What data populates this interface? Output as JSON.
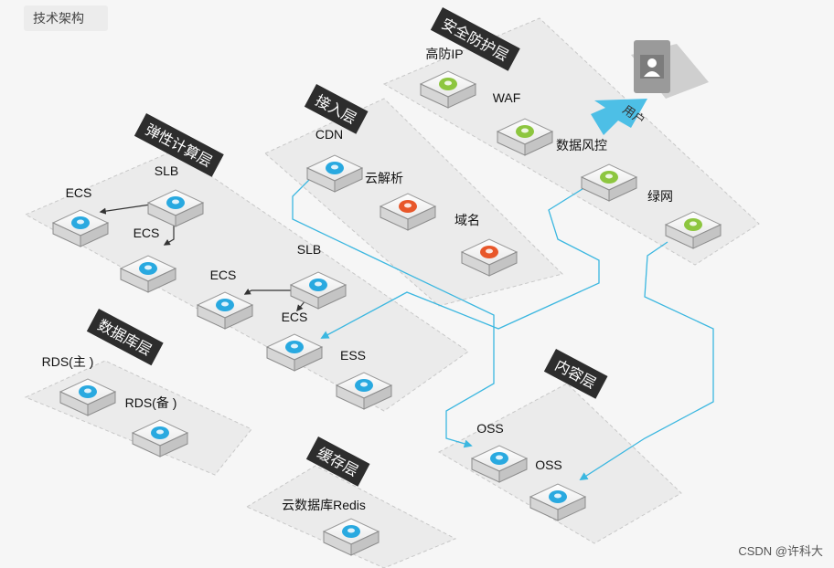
{
  "header": {
    "title": "技术架构"
  },
  "user": {
    "label": "用户"
  },
  "layers": [
    {
      "id": "security",
      "label": "安全防护层"
    },
    {
      "id": "access",
      "label": "接入层"
    },
    {
      "id": "compute",
      "label": "弹性计算层"
    },
    {
      "id": "database",
      "label": "数据库层"
    },
    {
      "id": "cache",
      "label": "缓存层"
    },
    {
      "id": "content",
      "label": "内容层"
    }
  ],
  "nodes": [
    {
      "id": "gaofang",
      "label": "高防IP",
      "icon": "gear-icon",
      "color": "#8dc63f"
    },
    {
      "id": "waf",
      "label": "WAF",
      "icon": "bug-shield-icon",
      "color": "#8dc63f"
    },
    {
      "id": "risk",
      "label": "数据风控",
      "icon": "shield-icon",
      "color": "#8dc63f"
    },
    {
      "id": "green",
      "label": "绿网",
      "icon": "network-icon",
      "color": "#8dc63f"
    },
    {
      "id": "cdn",
      "label": "CDN",
      "icon": "hub-icon",
      "color": "#29a9e0"
    },
    {
      "id": "dns",
      "label": "云解析",
      "icon": "dns-icon",
      "color": "#e8572a"
    },
    {
      "id": "domain",
      "label": "域名",
      "icon": "globe-icon",
      "color": "#e8572a"
    },
    {
      "id": "ecs1",
      "label": "ECS",
      "icon": "cloud-server-icon",
      "color": "#29a9e0"
    },
    {
      "id": "slb1",
      "label": "SLB",
      "icon": "balancer-icon",
      "color": "#29a9e0"
    },
    {
      "id": "ecs2",
      "label": "ECS",
      "icon": "cloud-server-icon",
      "color": "#29a9e0"
    },
    {
      "id": "ecs3",
      "label": "ECS",
      "icon": "cloud-server-icon",
      "color": "#29a9e0"
    },
    {
      "id": "slb2",
      "label": "SLB",
      "icon": "balancer-icon",
      "color": "#29a9e0"
    },
    {
      "id": "ecs4",
      "label": "ECS",
      "icon": "cloud-server-icon",
      "color": "#29a9e0"
    },
    {
      "id": "ess",
      "label": "ESS",
      "icon": "scaling-icon",
      "color": "#29a9e0"
    },
    {
      "id": "rds1",
      "label": "RDS(主 )",
      "icon": "database-icon",
      "color": "#29a9e0"
    },
    {
      "id": "rds2",
      "label": "RDS(备 )",
      "icon": "database-icon",
      "color": "#29a9e0"
    },
    {
      "id": "redis",
      "label": "云数据库Redis",
      "icon": "redis-icon",
      "color": "#29a9e0"
    },
    {
      "id": "oss1",
      "label": "OSS",
      "icon": "storage-icon",
      "color": "#29a9e0"
    },
    {
      "id": "oss2",
      "label": "OSS",
      "icon": "storage-icon",
      "color": "#29a9e0"
    }
  ],
  "footer": {
    "watermark": "CSDN @许科大"
  }
}
